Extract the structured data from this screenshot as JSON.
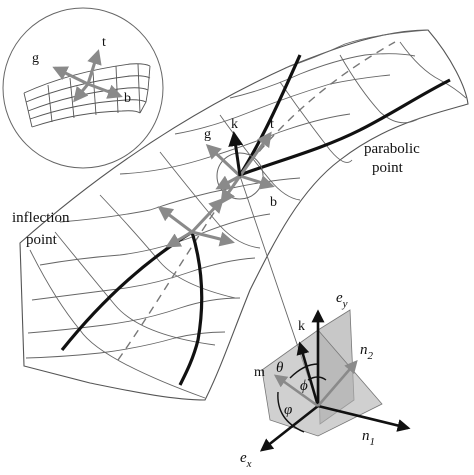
{
  "labels": {
    "inset_g": "g",
    "inset_t": "t",
    "inset_b": "b",
    "main_g": "g",
    "main_k": "k",
    "main_t": "t",
    "main_b": "b",
    "parabolic_line1": "parabolic",
    "parabolic_line2": "point",
    "inflection_line1": "inflection",
    "inflection_line2": "point",
    "k_lower": "k",
    "e_y": "e",
    "e_y_sub": "y",
    "e_x": "e",
    "e_x_sub": "x",
    "m": "m",
    "theta": "θ",
    "phi": "ϕ",
    "varphi": "φ",
    "n2": "n",
    "n2_sub": "2",
    "n1": "n",
    "n1_sub": "1"
  },
  "colors": {
    "arrow_gray": "#8a8a8a",
    "arrow_black": "#111111",
    "mesh": "#555555",
    "plane_fill": "#9a9a9a"
  }
}
